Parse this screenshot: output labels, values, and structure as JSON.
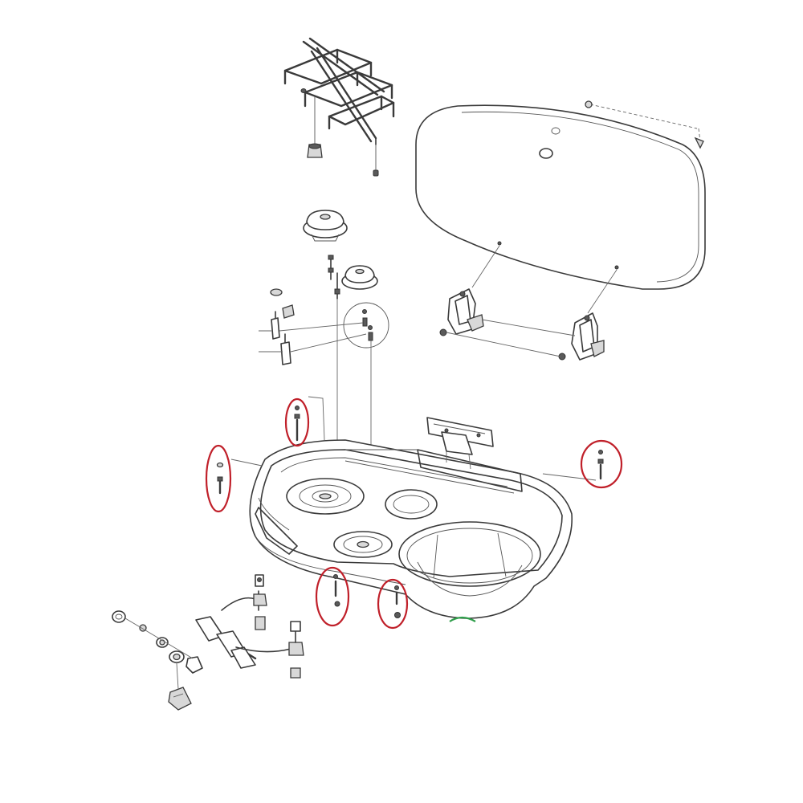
{
  "colors": {
    "line": "#3a3a3a",
    "highlight_red": "#c0202a",
    "highlight_green": "#2e9e4a",
    "background": "#ffffff"
  },
  "highlights": [
    {
      "name": "screw-set-rear-left",
      "color": "red"
    },
    {
      "name": "screw-set-left",
      "color": "red"
    },
    {
      "name": "screw-set-right",
      "color": "red"
    },
    {
      "name": "screw-set-front-middle",
      "color": "red"
    },
    {
      "name": "screw-set-front-right",
      "color": "red"
    },
    {
      "name": "partial-marker-bottom",
      "color": "green"
    }
  ]
}
